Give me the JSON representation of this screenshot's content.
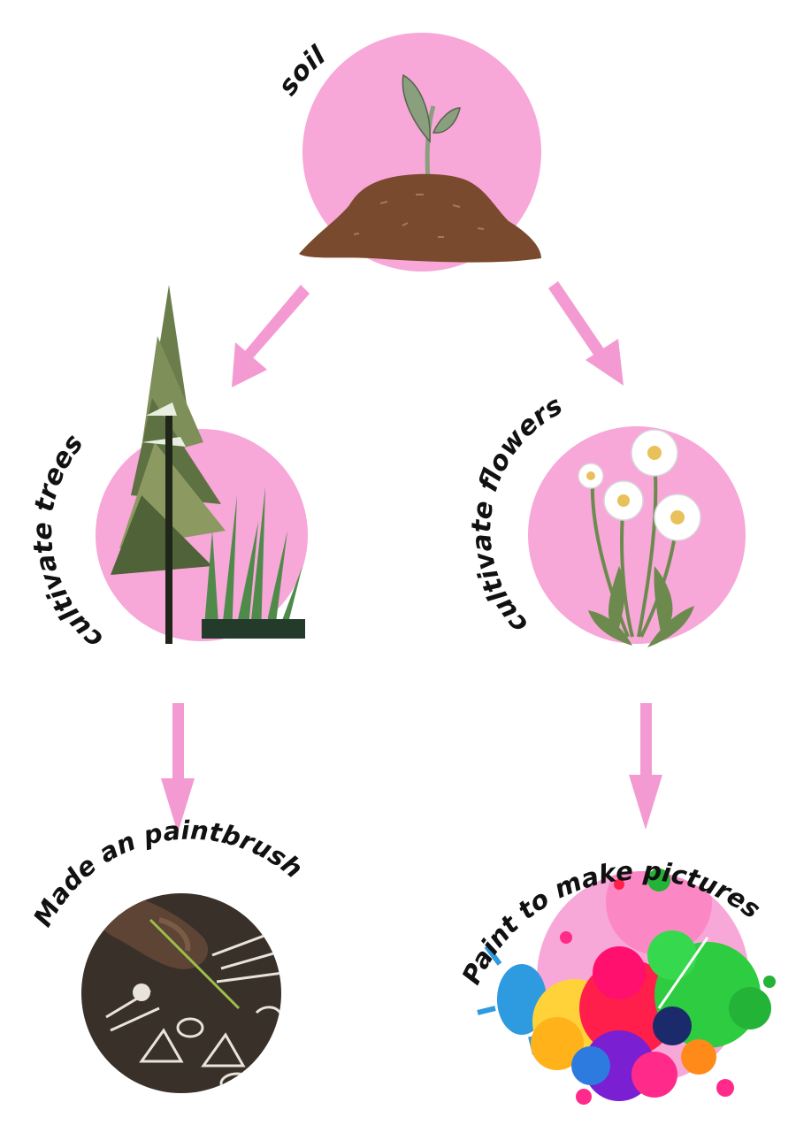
{
  "colors": {
    "background": "#ffffff",
    "circle_pink": "#f7a7d8",
    "arrow_pink": "#f49ad2",
    "soil_brown": "#7a4a2e",
    "leaf_green": "#8a9f7d",
    "tree_green": "#6b7d4a",
    "dark_green": "#3f5a3c",
    "label_black": "#111111"
  },
  "nodes": {
    "soil": {
      "label": "soil",
      "icon": "soil-sprout-icon"
    },
    "trees": {
      "label": "cultivate trees",
      "icon": "pine-tree-icon"
    },
    "flowers": {
      "label": "cultivate flowers",
      "icon": "daisy-flowers-icon"
    },
    "paintbrush": {
      "label": "Made an paintbrush",
      "icon": "painting-hand-photo"
    },
    "pictures": {
      "label": "Paint to make pictures",
      "icon": "paint-splash-icon"
    }
  },
  "edges": [
    {
      "from": "soil",
      "to": "trees"
    },
    {
      "from": "soil",
      "to": "flowers"
    },
    {
      "from": "trees",
      "to": "paintbrush"
    },
    {
      "from": "flowers",
      "to": "pictures"
    }
  ]
}
